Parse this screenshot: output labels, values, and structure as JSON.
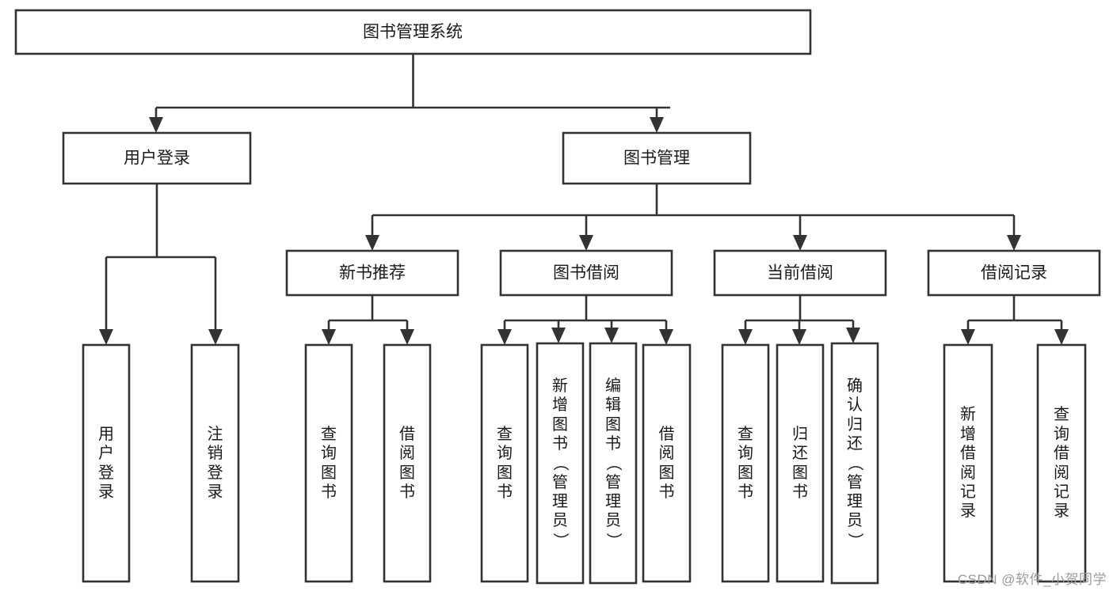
{
  "diagram": {
    "title": "图书管理系统",
    "type": "tree-hierarchy",
    "watermark": "CSDN @软件_小贺同学",
    "root": {
      "id": "root",
      "label": "图书管理系统"
    },
    "level2": [
      {
        "id": "user-login",
        "label": "用户登录"
      },
      {
        "id": "book-manage",
        "label": "图书管理"
      }
    ],
    "level3": [
      {
        "id": "new-book-recommend",
        "label": "新书推荐"
      },
      {
        "id": "book-borrow",
        "label": "图书借阅"
      },
      {
        "id": "current-borrow",
        "label": "当前借阅"
      },
      {
        "id": "borrow-record",
        "label": "借阅记录"
      }
    ],
    "leaves": {
      "user_login": [
        {
          "id": "leaf-user-login",
          "label": "用户登录",
          "chars": [
            "用",
            "户",
            "登",
            "录"
          ]
        },
        {
          "id": "leaf-logout",
          "label": "注销登录",
          "chars": [
            "注",
            "销",
            "登",
            "录"
          ]
        }
      ],
      "new_book_recommend": [
        {
          "id": "leaf-query-book-1",
          "label": "查询图书",
          "chars": [
            "查",
            "询",
            "图",
            "书"
          ]
        },
        {
          "id": "leaf-borrow-book-1",
          "label": "借阅图书",
          "chars": [
            "借",
            "阅",
            "图",
            "书"
          ]
        }
      ],
      "book_borrow": [
        {
          "id": "leaf-query-book-2",
          "label": "查询图书",
          "chars": [
            "查",
            "询",
            "图",
            "书"
          ]
        },
        {
          "id": "leaf-add-book",
          "label": "新增图书（管理员）",
          "chars": [
            "新",
            "增",
            "图",
            "书",
            "（",
            "管",
            "理",
            "员",
            "）"
          ]
        },
        {
          "id": "leaf-edit-book",
          "label": "编辑图书（管理员）",
          "chars": [
            "编",
            "辑",
            "图",
            "书",
            "（",
            "管",
            "理",
            "员",
            "）"
          ]
        },
        {
          "id": "leaf-borrow-book-2",
          "label": "借阅图书",
          "chars": [
            "借",
            "阅",
            "图",
            "书"
          ]
        }
      ],
      "current_borrow": [
        {
          "id": "leaf-query-book-3",
          "label": "查询图书",
          "chars": [
            "查",
            "询",
            "图",
            "书"
          ]
        },
        {
          "id": "leaf-return-book",
          "label": "归还图书",
          "chars": [
            "归",
            "还",
            "图",
            "书"
          ]
        },
        {
          "id": "leaf-confirm-return",
          "label": "确认归还（管理员）",
          "chars": [
            "确",
            "认",
            "归",
            "还",
            "（",
            "管",
            "理",
            "员",
            "）"
          ]
        }
      ],
      "borrow_record": [
        {
          "id": "leaf-add-record",
          "label": "新增借阅记录",
          "chars": [
            "新",
            "增",
            "借",
            "阅",
            "记",
            "录"
          ]
        },
        {
          "id": "leaf-query-record",
          "label": "查询借阅记录",
          "chars": [
            "查",
            "询",
            "借",
            "阅",
            "记",
            "录"
          ]
        }
      ]
    },
    "colors": {
      "stroke": "#333333",
      "fill": "#ffffff",
      "text": "#1a1a1a",
      "watermark": "#9a9a9a"
    }
  }
}
